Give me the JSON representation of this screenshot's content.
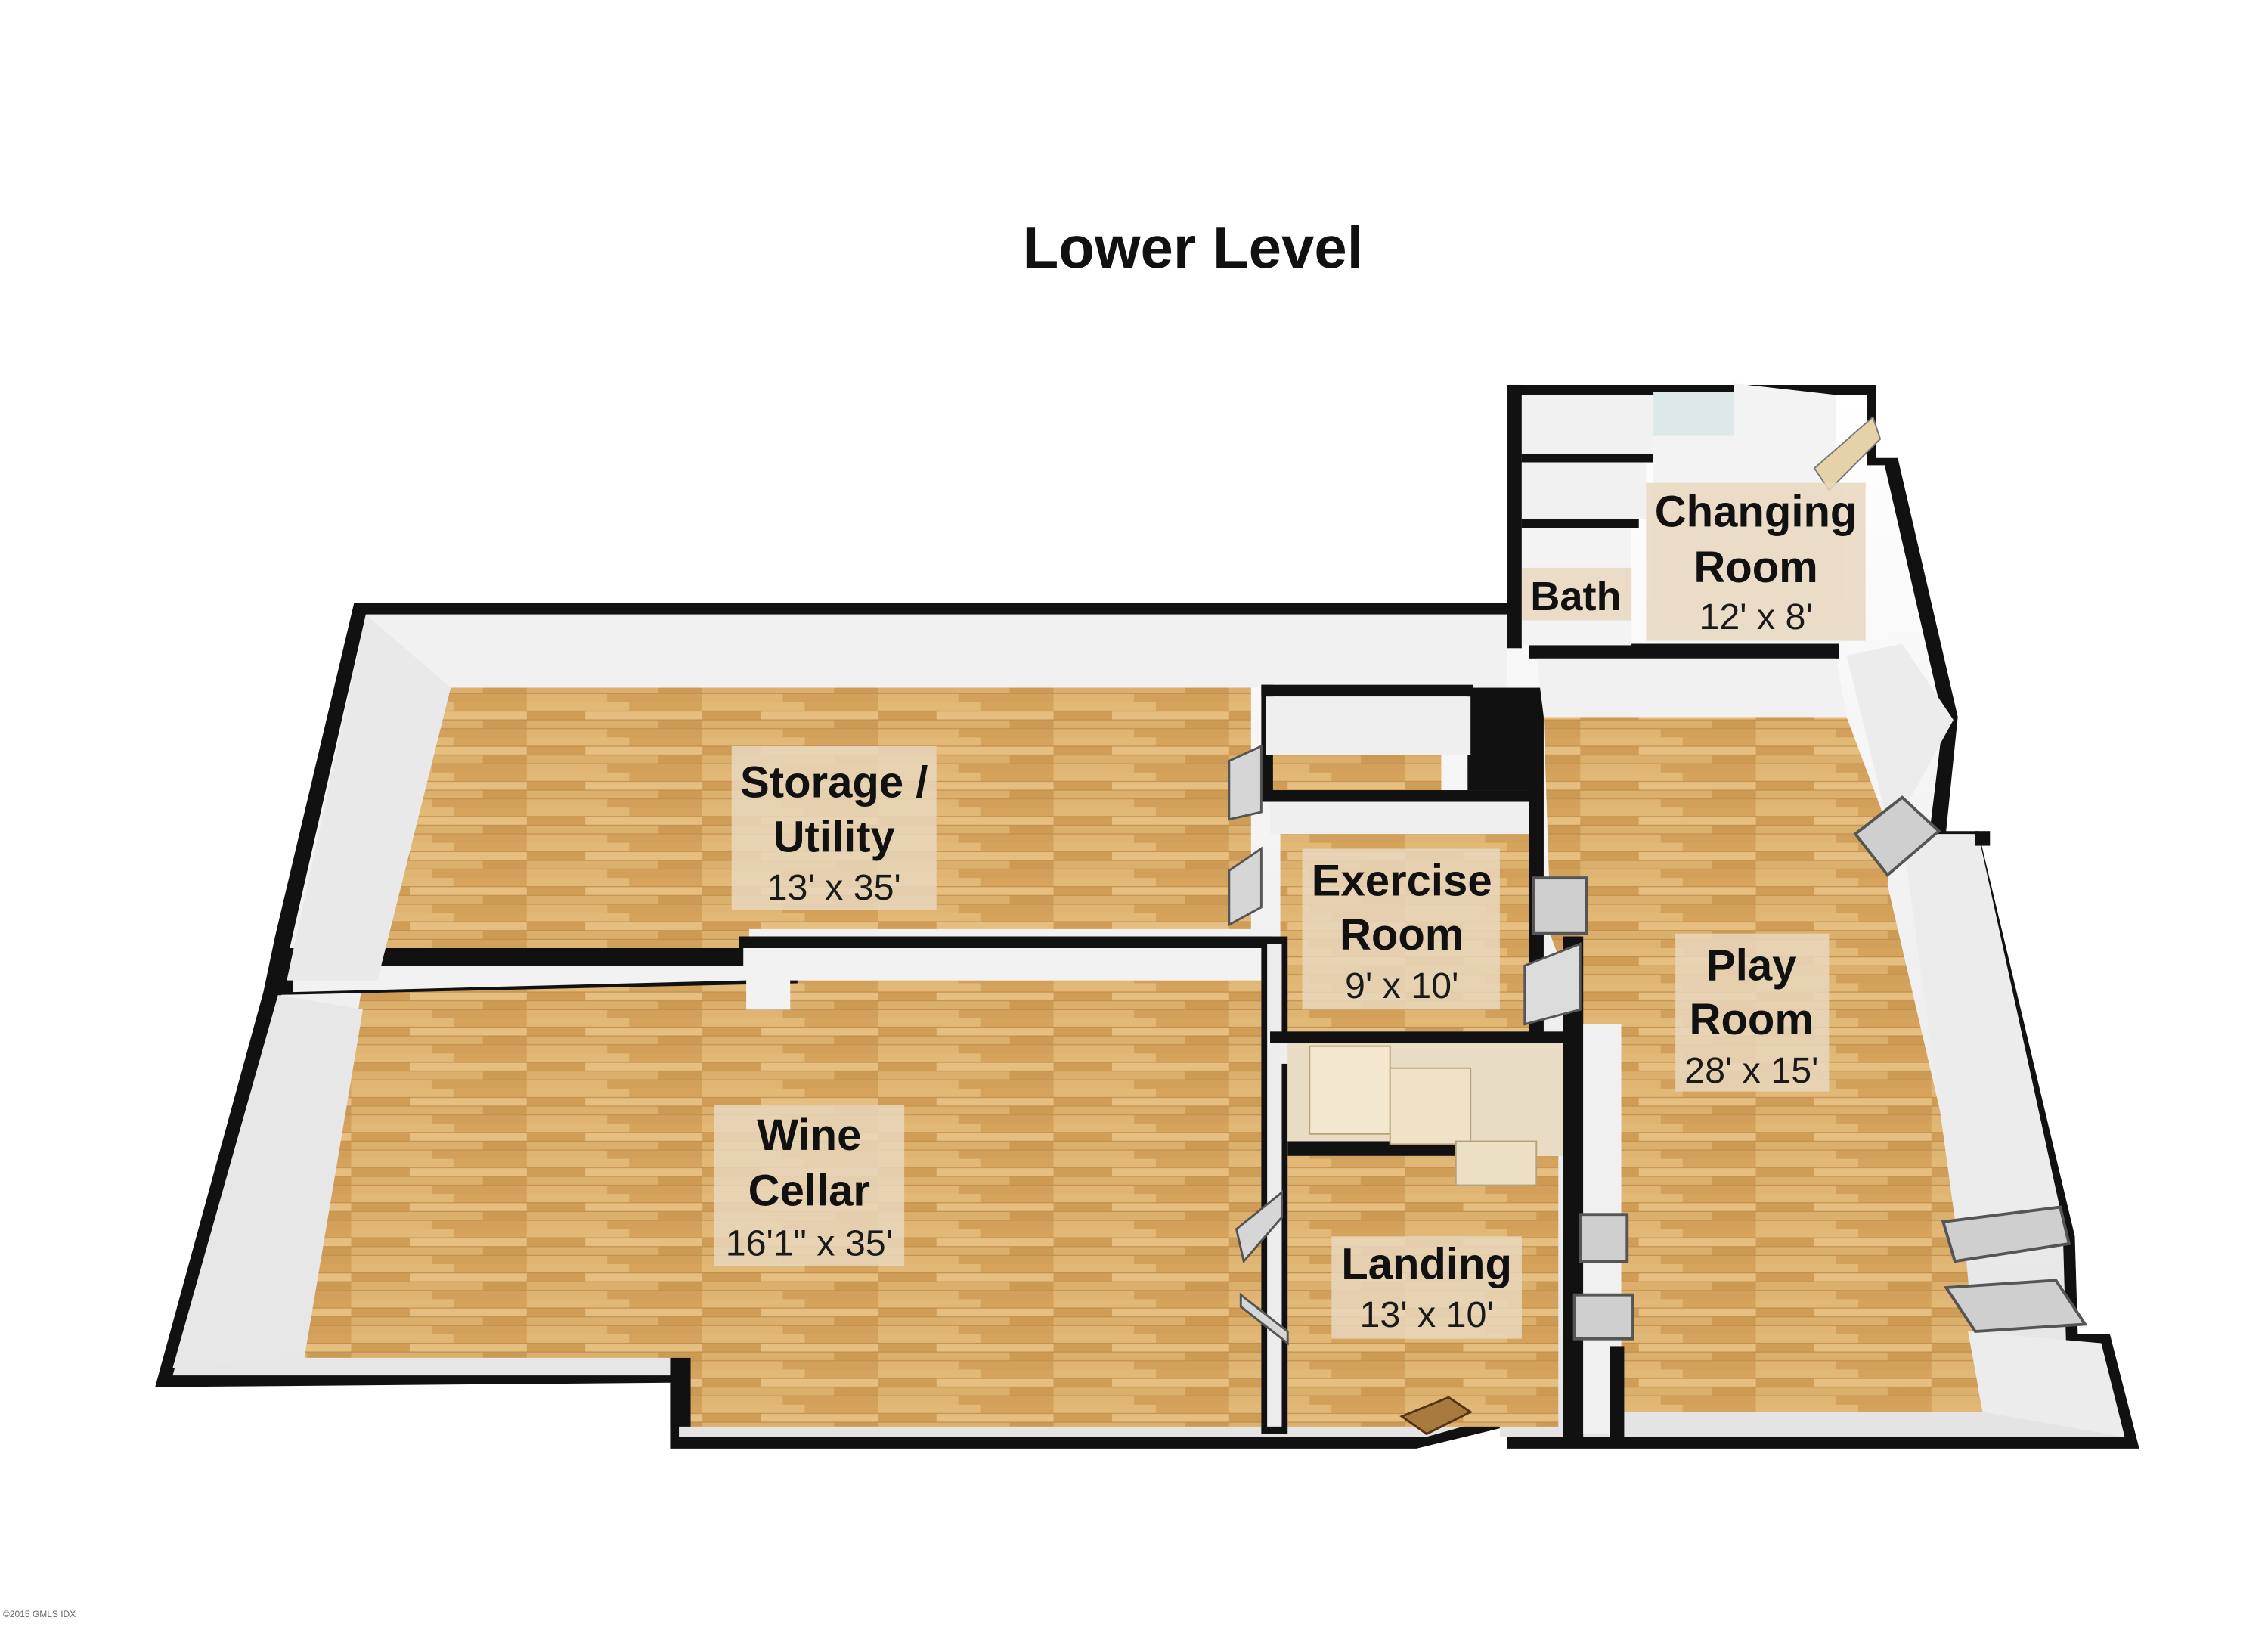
{
  "title": "Lower Level",
  "rooms": {
    "storage": {
      "name_line1": "Storage /",
      "name_line2": "Utility",
      "dims": "13' x 35'"
    },
    "wine": {
      "name_line1": "Wine",
      "name_line2": "Cellar",
      "dims": "16'1\" x 35'"
    },
    "exercise": {
      "name_line1": "Exercise",
      "name_line2": "Room",
      "dims": "9' x 10'"
    },
    "play": {
      "name_line1": "Play",
      "name_line2": "Room",
      "dims": "28' x 15'"
    },
    "changing": {
      "name_line1": "Changing",
      "name_line2": "Room",
      "dims": "12' x 8'"
    },
    "bath": {
      "name": "Bath"
    },
    "landing": {
      "name": "Landing",
      "dims": "13' x 10'"
    }
  },
  "copyright": "©2015 GMLS IDX",
  "colors": {
    "floor": "#dcae68",
    "floor_grain": "#c4904e",
    "wall": "#111111",
    "wall_face": "#f4f4f4",
    "background": "#ffffff"
  }
}
